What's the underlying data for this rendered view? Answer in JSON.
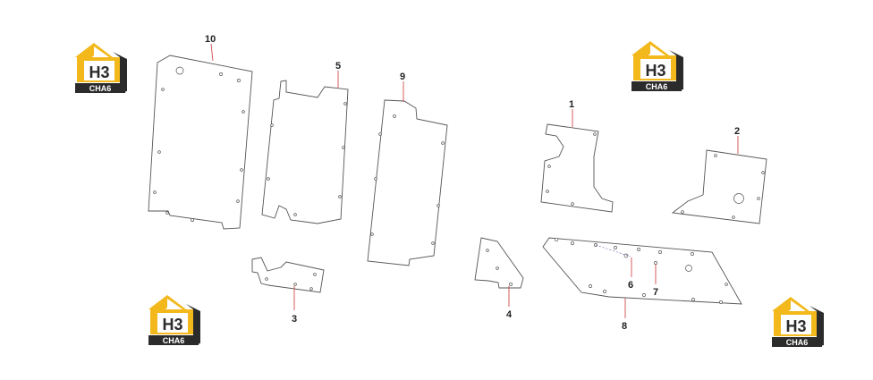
{
  "brand": {
    "logo_mark": "H3",
    "logo_text": "CHA6",
    "colors": {
      "accent": "#f2b81c",
      "dark": "#2b2b2b",
      "outline": "#555555",
      "leader": "#d04a4a"
    }
  },
  "diagram": {
    "callouts": [
      "1",
      "2",
      "3",
      "4",
      "5",
      "6",
      "7",
      "8",
      "9",
      "10"
    ]
  }
}
